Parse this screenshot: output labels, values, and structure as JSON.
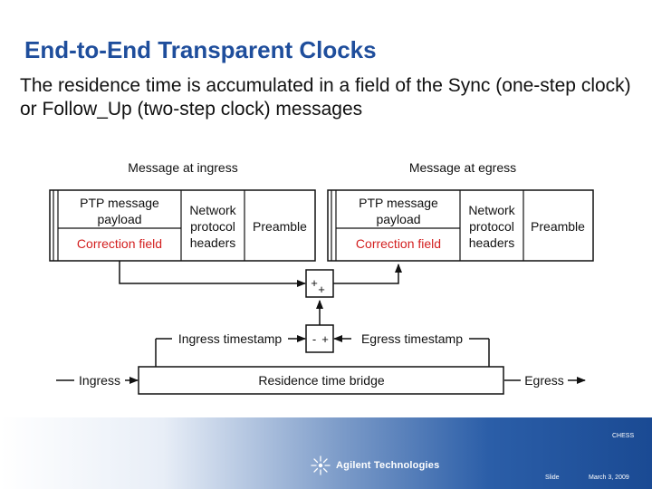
{
  "slide": {
    "title": "End-to-End Transparent Clocks",
    "subtitle": "The residence time is accumulated in a field of the Sync (one-step clock) or Follow_Up (two-step clock) messages"
  },
  "diagram": {
    "ingress_heading": "Message at ingress",
    "egress_heading": "Message at egress",
    "ingress_msg": {
      "payload_line1": "PTP message",
      "payload_line2": "payload",
      "correction": "Correction field",
      "headers_line1": "Network",
      "headers_line2": "protocol",
      "headers_line3": "headers",
      "preamble": "Preamble"
    },
    "egress_msg": {
      "payload_line1": "PTP message",
      "payload_line2": "payload",
      "correction": "Correction field",
      "headers_line1": "Network",
      "headers_line2": "protocol",
      "headers_line3": "headers",
      "preamble": "Preamble"
    },
    "adder_top_plus1": "+",
    "adder_top_plus2": "+",
    "adder_bottom_minus": "-",
    "adder_bottom_plus": "+",
    "ingress_timestamp": "Ingress timestamp",
    "egress_timestamp": "Egress timestamp",
    "ingress_label": "Ingress",
    "egress_label": "Egress",
    "bridge_label": "Residence time bridge",
    "correction_color": "#d32020"
  },
  "footer": {
    "logo_text": "Agilent Technologies",
    "chess": "CHESS",
    "slide_label": "Slide",
    "date": "March 3, 2009"
  }
}
